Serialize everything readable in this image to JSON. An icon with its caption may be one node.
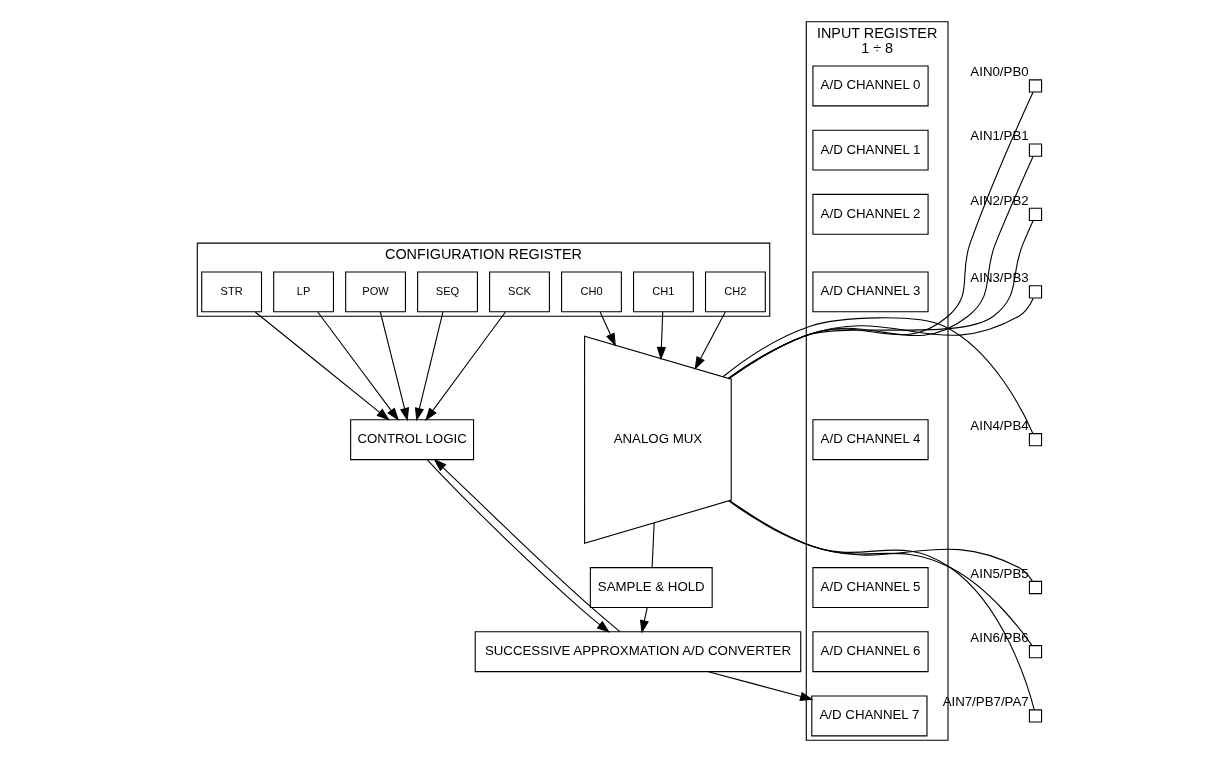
{
  "diagram": {
    "nodes": [
      {
        "text": [
          "CONFIGURATION REGISTER"
        ]
      },
      {
        "text": [
          "STR"
        ],
        "in": 0
      },
      {
        "text": [
          "LP"
        ],
        "in": 0
      },
      {
        "text": [
          "POW"
        ],
        "in": 0
      },
      {
        "text": [
          "SEQ"
        ],
        "in": 0
      },
      {
        "text": [
          "SCK"
        ],
        "in": 0
      },
      {
        "text": [
          "CH0"
        ],
        "in": 0
      },
      {
        "text": [
          "CH1"
        ],
        "in": 0
      },
      {
        "text": [
          "CH2"
        ],
        "in": 0
      },
      {
        "text": [
          "INPUT REGISTER",
          "1 ÷ 8"
        ]
      },
      {
        "text": [
          "A/D CHANNEL 0"
        ],
        "in": 9
      },
      {
        "text": [
          "A/D CHANNEL 1"
        ],
        "in": 9
      },
      {
        "text": [
          "A/D CHANNEL 2"
        ],
        "in": 9
      },
      {
        "text": [
          "A/D CHANNEL 3"
        ],
        "in": 9
      },
      {
        "text": [
          "A/D CHANNEL 4"
        ],
        "in": 9
      },
      {
        "text": [
          "A/D CHANNEL 5"
        ],
        "in": 9
      },
      {
        "text": [
          "A/D CHANNEL 6"
        ],
        "in": 9
      },
      {
        "text": [
          "A/D CHANNEL 7"
        ],
        "in": 9
      },
      {
        "text": [
          "CONTROL LOGIC"
        ]
      },
      {
        "text": [
          "SAMPLE & HOLD"
        ]
      },
      {
        "text": [
          "ANALOG MUX"
        ]
      },
      {
        "text": [
          "SUCCESSIVE APPROXMATION A/D CONVERTER"
        ]
      },
      {
        "text": [],
        "shape": "box",
        "beside": [
          "AIN0/PB0"
        ]
      },
      {
        "text": [],
        "shape": "box",
        "beside": [
          "AIN1/PB1"
        ]
      },
      {
        "text": [],
        "shape": "box",
        "beside": [
          "AIN2/PB2"
        ]
      },
      {
        "text": [],
        "shape": "box",
        "beside": [
          "AIN3/PB3"
        ]
      },
      {
        "text": [],
        "shape": "box",
        "beside": [
          "AIN4/PB4"
        ]
      },
      {
        "text": [],
        "shape": "box",
        "beside": [
          "AIN5/PB5"
        ]
      },
      {
        "text": [],
        "shape": "box",
        "beside": [
          "AIN6/PB6"
        ]
      },
      {
        "text": [],
        "shape": "box",
        "beside": [
          "AIN7/PB7/PA7"
        ]
      }
    ],
    "edges": [
      {
        "from": 1,
        "to": 18,
        "arrow": "to"
      },
      {
        "from": 2,
        "to": 18,
        "arrow": "to"
      },
      {
        "from": 3,
        "to": 18,
        "arrow": "to"
      },
      {
        "from": 4,
        "to": 18,
        "arrow": "to"
      },
      {
        "from": 5,
        "to": 18,
        "arrow": "to"
      },
      {
        "from": 6,
        "to": 20,
        "arrow": "to"
      },
      {
        "from": 7,
        "to": 20,
        "arrow": "to"
      },
      {
        "from": 8,
        "to": 20,
        "arrow": "to"
      },
      {
        "from": 18,
        "to": 21,
        "arrow": "to"
      },
      {
        "from": 21,
        "to": 18,
        "arrow": "to"
      },
      {
        "from": 19,
        "to": 21,
        "arrow": "to"
      },
      {
        "from": 20,
        "to": 19,
        "arrow": "none"
      },
      {
        "from": 21,
        "to": 17,
        "arrow": "to"
      },
      {
        "from": 20,
        "to": 22,
        "arrow": "none"
      },
      {
        "from": 20,
        "to": 23,
        "arrow": "none"
      },
      {
        "from": 20,
        "to": 24,
        "arrow": "none"
      },
      {
        "from": 20,
        "to": 25,
        "arrow": "none"
      },
      {
        "from": 20,
        "to": 26,
        "arrow": "none"
      },
      {
        "from": 20,
        "to": 27,
        "arrow": "none"
      },
      {
        "from": 20,
        "to": 28,
        "arrow": "none"
      },
      {
        "from": 20,
        "to": 29,
        "arrow": "none"
      }
    ]
  }
}
